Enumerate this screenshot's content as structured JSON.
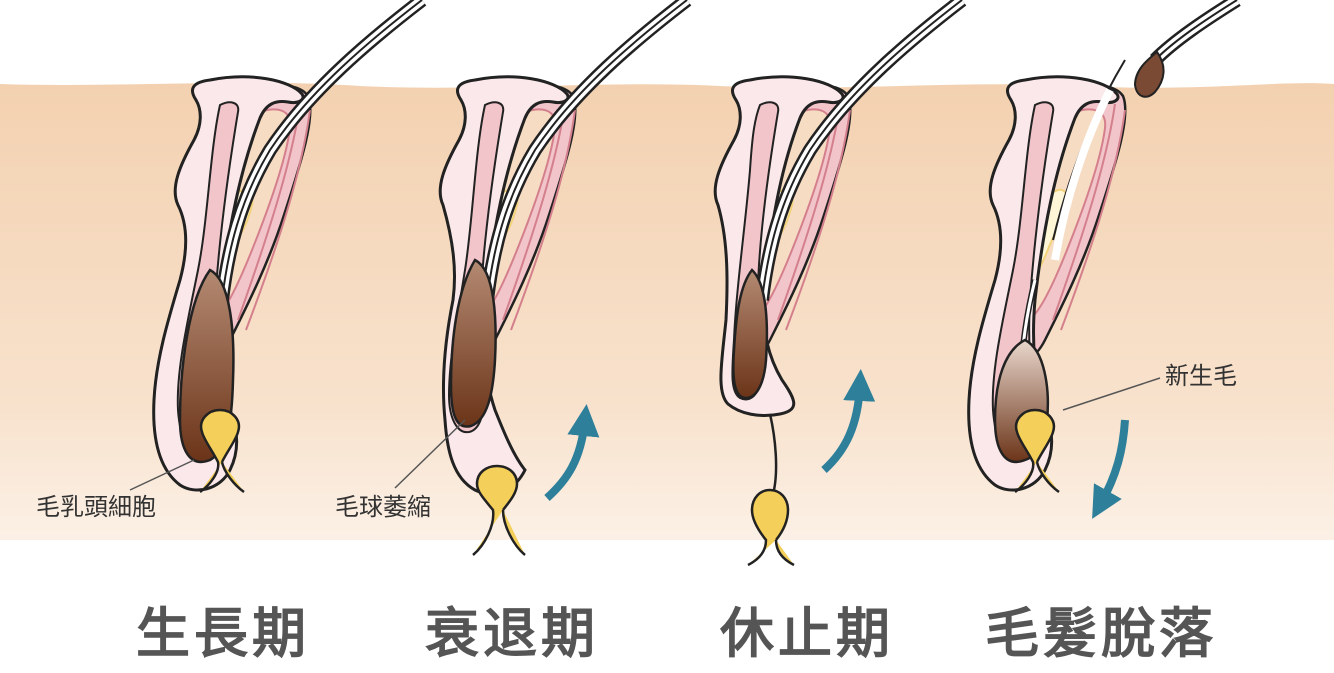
{
  "colors": {
    "skin_top": "#f3d1b0",
    "skin_bottom": "#ffffff",
    "sheath": "#f2c5cb",
    "sheath_light": "#fbe8ea",
    "gland": "#f7dcc4",
    "hair": "#7a3e22",
    "bulb_dark": "#6b3418",
    "papilla": "#f4cf5a",
    "arrow": "#2d7f9a"
  },
  "stages": [
    {
      "title": "生長期",
      "annotation": "毛乳頭細胞",
      "arrow": "none",
      "icon": "hair-follicle-anagen"
    },
    {
      "title": "衰退期",
      "annotation": "毛球萎縮",
      "arrow": "up",
      "icon": "hair-follicle-catagen"
    },
    {
      "title": "休止期",
      "annotation": "",
      "arrow": "up",
      "icon": "hair-follicle-telogen"
    },
    {
      "title": "毛髮脫落",
      "annotation": "新生毛",
      "arrow": "down",
      "icon": "hair-follicle-exogen"
    }
  ]
}
